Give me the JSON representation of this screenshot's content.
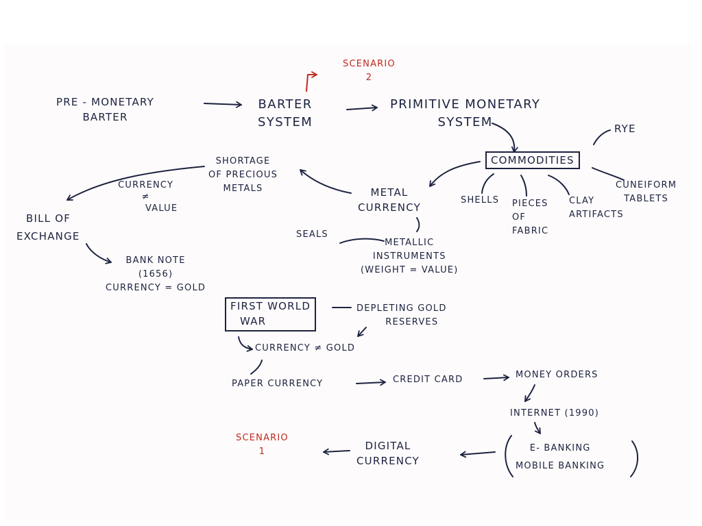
{
  "diagram": {
    "nodes": {
      "scenario_2": [
        "SCENARIO",
        "2"
      ],
      "pre_monetary": [
        "PRE - MONETARY",
        "BARTER"
      ],
      "barter_system": [
        "BARTER",
        "SYSTEM"
      ],
      "primitive": [
        "PRIMITIVE MONETARY",
        "SYSTEM"
      ],
      "commodities": "COMMODITIES",
      "rye": "RYE",
      "shells": "SHELLS",
      "fabric": [
        "PIECES",
        "OF",
        "FABRIC"
      ],
      "clay": [
        "CLAY",
        "ARTIFACTS"
      ],
      "cuneiform": [
        "CUNEIFORM",
        "TABLETS"
      ],
      "shortage": [
        "SHORTAGE",
        "OF PRECIOUS",
        "METALS"
      ],
      "metal_currency": [
        "METAL",
        "CURRENCY"
      ],
      "currency_ne_value": [
        "CURRENCY",
        "≠",
        "VALUE"
      ],
      "bill_of_exchange": [
        "BILL OF",
        "EXCHANGE"
      ],
      "seals": "SEALS",
      "metallic": [
        "METALLIC",
        "INSTRUMENTS",
        "(WEIGHT = VALUE)"
      ],
      "bank_note": [
        "BANK NOTE",
        "(1656)",
        "CURRENCY = GOLD"
      ],
      "first_world_war": [
        "FIRST WORLD",
        "WAR"
      ],
      "depleting": [
        "DEPLETING GOLD",
        "RESERVES"
      ],
      "currency_ne_gold": "CURRENCY ≠ GOLD",
      "paper_currency": "PAPER CURRENCY",
      "credit_card": "CREDIT CARD",
      "money_orders": "MONEY ORDERS",
      "internet": "INTERNET (1990)",
      "banking": [
        "E- BANKING",
        "MOBILE BANKING"
      ],
      "digital": [
        "DIGITAL",
        "CURRENCY"
      ],
      "scenario_1": [
        "SCENARIO",
        "1"
      ]
    },
    "colors": {
      "ink": "#1c2240",
      "accent": "#c0281e"
    }
  }
}
